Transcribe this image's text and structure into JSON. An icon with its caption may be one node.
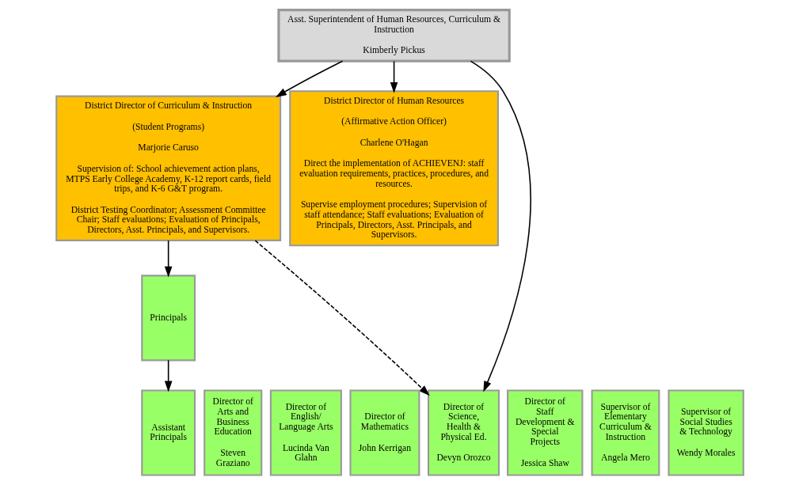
{
  "diagram": {
    "nodes": [
      {
        "text": [
          "Asst. Superintendent of Human Resources, Curriculum & Instruction",
          "Kimberly Pickus"
        ]
      },
      {
        "text": [
          "District Director of Curriculum & Instruction",
          "(Student Programs)",
          "Marjorie Caruso",
          "Supervision of: School achievement action plans, MTPS Early College Academy, K-12 report cards, field trips, and K-6 G&T program.",
          "District Testing Coordinator; Assessment Committee Chair; Staff evaluations; Evaluation of Principals, Directors, Asst. Principals, and Supervisors."
        ]
      },
      {
        "text": [
          "District Director of Human Resources",
          "(Affirmative Action Officer)",
          "Charlene O'Hagan",
          "Direct the implementation of ACHIEVENJ: staff evaluation requirements, practices, procedures, and resources.",
          "Supervise employment procedures; Supervision of staff attendance; Staff evaluations; Evaluation of Principals, Directors, Asst. Principals, and Supervisors."
        ]
      },
      {
        "text": [
          "Principals"
        ]
      },
      {
        "text": [
          "Assistant Principals"
        ]
      },
      {
        "text": [
          "Director of Arts and Business Education",
          "Steven Graziano"
        ]
      },
      {
        "text": [
          "Director of English/ Language Arts",
          "Lucinda Van Glahn"
        ]
      },
      {
        "text": [
          "Director of Mathematics",
          "John Kerrigan"
        ]
      },
      {
        "text": [
          "Director of Science, Health & Physical Ed.",
          "Devyn Orozco"
        ]
      },
      {
        "text": [
          "Director of Staff Development & Special Projects",
          "Jessica Shaw"
        ]
      },
      {
        "text": [
          "Supervisor of Elementary Curriculum & Instruction",
          "Angela Mero"
        ]
      },
      {
        "text": [
          "Supervisor of Social Studies & Technology",
          "Wendy Morales"
        ]
      }
    ],
    "edges": [
      {
        "from": 0,
        "to": 1,
        "arrow": "to"
      },
      {
        "from": 0,
        "to": 2,
        "arrow": "to"
      },
      {
        "from": 0,
        "to": 8,
        "arrow": "to"
      },
      {
        "from": 1,
        "to": 3,
        "arrow": "to"
      },
      {
        "from": 1,
        "to": 8,
        "arrow": "to",
        "style": "dashed"
      },
      {
        "from": 3,
        "to": 4,
        "arrow": "to"
      }
    ]
  }
}
